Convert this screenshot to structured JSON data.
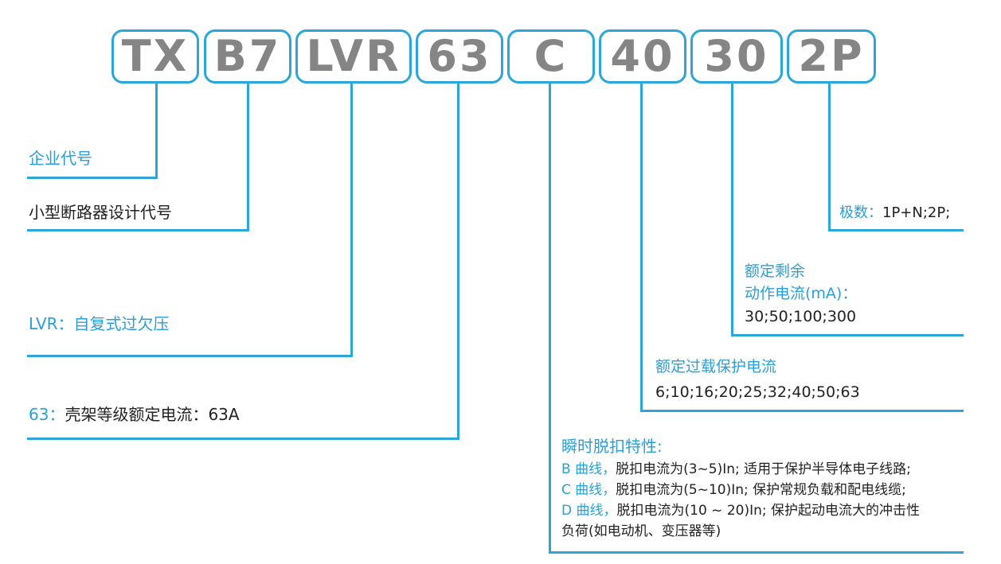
{
  "code_boxes": [
    "TX",
    "B7",
    "LVR",
    "63",
    "C",
    "40",
    "30",
    "2P"
  ],
  "labels": {
    "company_code": "企业代号",
    "design_code": "小型断路器设计代号",
    "lvr": {
      "prefix": "LVR：",
      "text": "自复式过欠压"
    },
    "frame": {
      "prefix": "63：",
      "text": "壳架等级额定电流：63A"
    },
    "poles": {
      "prefix": "极数：",
      "text": "1P+N;2P;"
    },
    "residual": {
      "line1": "额定剩余",
      "line2": "动作电流(mA)：",
      "values": "30;50;100;300"
    },
    "overload": {
      "title": "额定过载保护电流",
      "values": "6;10;16;20;25;32;40;50;63"
    },
    "trip": {
      "title": "瞬时脱扣特性:",
      "b_prefix": "B 曲线，",
      "b_text": "脱扣电流为(3~5)In; 适用于保护半导体电子线路;",
      "c_prefix": "C 曲线，",
      "c_text": "脱扣电流为(5~10)In; 保护常规负载和配电线缆;",
      "d_prefix": "D 曲线，",
      "d_text": "脱扣电流为(10 ~ 20)In; 保护起动电流大的冲击性",
      "d_text2": "负荷(如电动机、变压器等)"
    }
  },
  "colors": {
    "accent": "#2aa7d8",
    "code_text": "#858585",
    "body_text": "#222222"
  }
}
